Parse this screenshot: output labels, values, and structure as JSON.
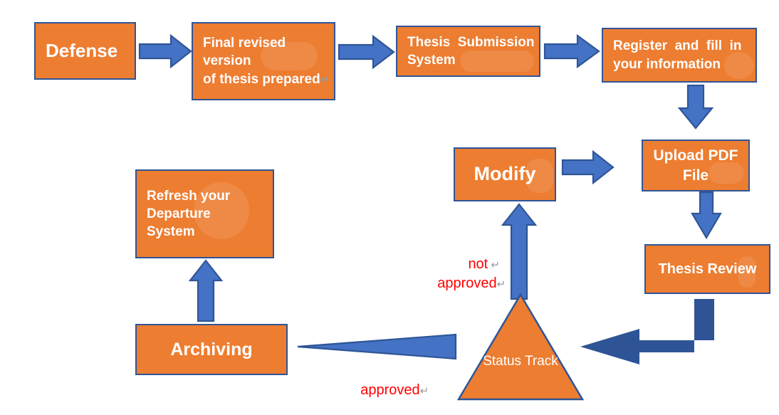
{
  "diagram": {
    "title": "Thesis Submission Workflow",
    "colors": {
      "node_fill": "#ED7D31",
      "node_border": "#2F5597",
      "node_text": "#FFFFFF",
      "arrow_fill": "#4472C4",
      "arrow_border": "#2F5597",
      "elbow_arrow_fill": "#2E5496",
      "label_text": "#FF0000",
      "return_mark": "#9A9A9A",
      "background": "#FFFFFF"
    },
    "nodes": [
      {
        "id": "defense",
        "label": "Defense",
        "shape": "rectangle",
        "lines": [
          "Defense"
        ]
      },
      {
        "id": "final-revised",
        "label": "Final revised version of thesis prepared",
        "shape": "rectangle",
        "lines": [
          "Final revised",
          "version",
          "of thesis prepared"
        ],
        "return_mark": "↵"
      },
      {
        "id": "submission-system",
        "label": "Thesis Submission System",
        "shape": "rectangle",
        "lines": [
          "Thesis  Submission",
          "System"
        ]
      },
      {
        "id": "register",
        "label": "Register and fill in your information",
        "shape": "rectangle",
        "lines": [
          "Register  and  fill  in",
          "your information"
        ]
      },
      {
        "id": "upload-pdf",
        "label": "Upload PDF File",
        "shape": "rectangle",
        "lines": [
          "Upload PDF",
          "File"
        ]
      },
      {
        "id": "thesis-review",
        "label": "Thesis Review",
        "shape": "rectangle",
        "lines": [
          "Thesis Review"
        ]
      },
      {
        "id": "status-track",
        "label": "Status Track",
        "shape": "triangle",
        "lines": [
          "Status",
          "Track"
        ]
      },
      {
        "id": "modify",
        "label": "Modify",
        "shape": "rectangle",
        "lines": [
          "Modify"
        ]
      },
      {
        "id": "archiving",
        "label": "Archiving",
        "shape": "rectangle",
        "lines": [
          "Archiving"
        ]
      },
      {
        "id": "refresh-departure",
        "label": "Refresh your Departure System",
        "shape": "rectangle",
        "lines": [
          "Refresh your",
          "Departure",
          "System"
        ]
      }
    ],
    "edge_labels": {
      "not_approved_line1": "not",
      "not_approved_line2": "approved",
      "approved": "approved",
      "return_mark": "↵"
    },
    "edges": [
      {
        "from": "defense",
        "to": "final-revised",
        "direction": "right",
        "label": ""
      },
      {
        "from": "final-revised",
        "to": "submission-system",
        "direction": "right",
        "label": ""
      },
      {
        "from": "submission-system",
        "to": "register",
        "direction": "right",
        "label": ""
      },
      {
        "from": "register",
        "to": "upload-pdf",
        "direction": "down",
        "label": ""
      },
      {
        "from": "upload-pdf",
        "to": "thesis-review",
        "direction": "down",
        "label": ""
      },
      {
        "from": "thesis-review",
        "to": "status-track",
        "direction": "elbow-left",
        "label": ""
      },
      {
        "from": "status-track",
        "to": "modify",
        "direction": "up",
        "label": "not approved"
      },
      {
        "from": "modify",
        "to": "upload-pdf",
        "direction": "right",
        "label": ""
      },
      {
        "from": "status-track",
        "to": "archiving",
        "direction": "left",
        "label": "approved"
      },
      {
        "from": "archiving",
        "to": "refresh-departure",
        "direction": "up",
        "label": ""
      }
    ]
  }
}
